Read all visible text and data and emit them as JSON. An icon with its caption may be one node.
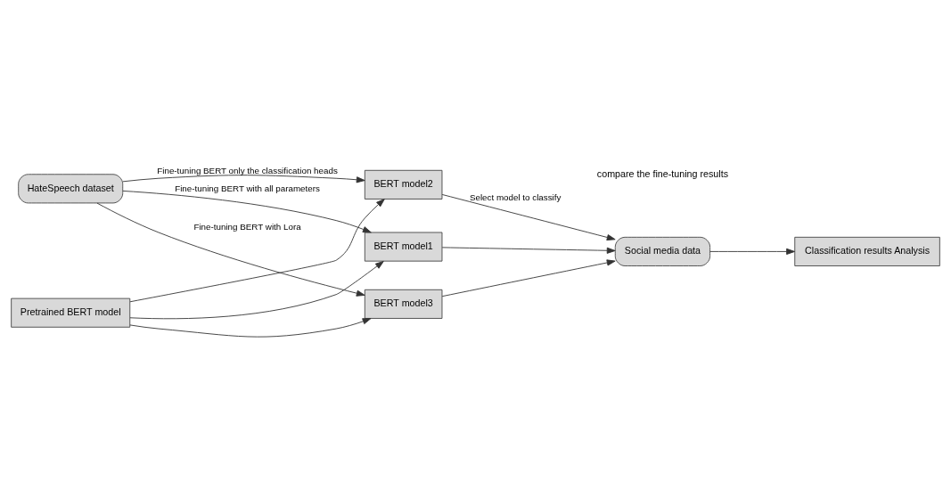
{
  "diagram": {
    "nodes": [
      {
        "text": [
          "HateSpeech dataset"
        ]
      },
      {
        "text": [
          "Pretrained BERT model"
        ]
      },
      {
        "text": [
          "BERT model1"
        ]
      },
      {
        "text": [
          "BERT model2"
        ]
      },
      {
        "text": [
          "BERT model3"
        ]
      },
      {
        "text": [
          "Social media data"
        ]
      },
      {
        "text": [
          "Classification results Analysis"
        ]
      }
    ],
    "edges": [
      {
        "from": 0,
        "to": 2,
        "arrow": "to",
        "label": "Fine-tuning BERT with all parameters"
      },
      {
        "from": 0,
        "to": 3,
        "arrow": "to",
        "label": "Fine-tuning BERT only the classification heads"
      },
      {
        "from": 0,
        "to": 4,
        "arrow": "to",
        "label": "Fine-tuning BERT with Lora"
      },
      {
        "from": 1,
        "to": 2,
        "arrow": "to"
      },
      {
        "from": 1,
        "to": 3,
        "arrow": "to"
      },
      {
        "from": 1,
        "to": 4,
        "arrow": "to"
      },
      {
        "from": 2,
        "to": 5,
        "arrow": "to"
      },
      {
        "from": 3,
        "to": 5,
        "arrow": "to",
        "label": "Select model to classify"
      },
      {
        "from": 4,
        "to": 5,
        "arrow": "to"
      },
      {
        "from": 5,
        "to": 6,
        "arrow": "to"
      }
    ],
    "labels": [
      "compare the fine-tuning results"
    ]
  }
}
